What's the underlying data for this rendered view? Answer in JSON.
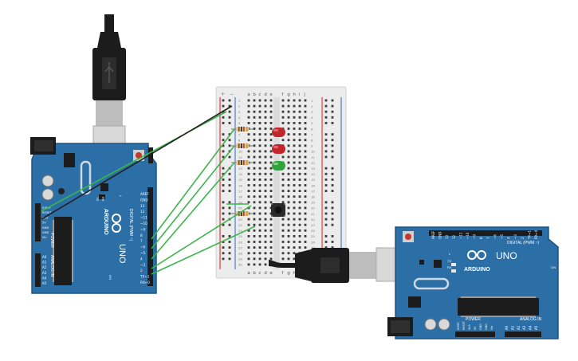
{
  "colors": {
    "board": "#2b6fa6",
    "board_edge": "#1f5582",
    "wire_green": "#3cb44b",
    "wire_black": "#222222",
    "led_red": "#c0262c",
    "led_green": "#2fa43a",
    "breadboard": "#ececec",
    "rail_red": "#e63b3b",
    "rail_blue": "#4a7fd1",
    "usb_plastic": "#1c1c1c",
    "usb_metal": "#b5b5b5"
  },
  "icons": [
    "arduino-logo-icon",
    "usb-plug-icon",
    "push-button-icon",
    "led-icon",
    "resistor-icon"
  ],
  "left_board": {
    "brand": "ARDUINO",
    "model": "UNO",
    "digital_label": "DIGITAL (PWM ~)",
    "power_label": "POWER",
    "analog_label": "ANALOG IN",
    "tx": "TX",
    "rx": "RX",
    "on": "ON",
    "l": "L",
    "pins_digital": [
      "AREF",
      "GND",
      "13",
      "12",
      "~11",
      "~10",
      "~9",
      "8",
      "7",
      "~6",
      "~5",
      "4",
      "~3",
      "2",
      "TX→1",
      "RX←0"
    ],
    "pins_power": [
      "IOREF",
      "RESET",
      "3V3",
      "5V",
      "GND",
      "GND",
      "Vin"
    ],
    "pins_analog": [
      "A0",
      "A1",
      "A2",
      "A3",
      "A4",
      "A5"
    ]
  },
  "right_board": {
    "brand": "ARDUINO",
    "model": "UNO",
    "digital_label": "DIGITAL (PWM ~)",
    "power_label": "POWER",
    "analog_label": "ANALOG IN",
    "tx": "TX",
    "rx": "RX",
    "on": "ON",
    "l": "L",
    "pins_digital": [
      "AREF",
      "GND",
      "13",
      "12",
      "~11",
      "~10",
      "~9",
      "8",
      "7",
      "~6",
      "~5",
      "4",
      "~3",
      "2",
      "TX→1",
      "RX←0"
    ],
    "pins_power": [
      "IOREF",
      "RESET",
      "3V3",
      "5V",
      "GND",
      "GND",
      "Vin"
    ],
    "pins_analog": [
      "A0",
      "A1",
      "A2",
      "A3",
      "A4",
      "A5"
    ]
  },
  "breadboard": {
    "cols_left": [
      "a",
      "b",
      "c",
      "d",
      "e"
    ],
    "cols_right": [
      "f",
      "g",
      "h",
      "i",
      "j"
    ],
    "rows": [
      "1",
      "2",
      "3",
      "4",
      "5",
      "6",
      "7",
      "8",
      "9",
      "10",
      "11",
      "12",
      "13",
      "14",
      "15",
      "16",
      "17",
      "18",
      "19",
      "20",
      "21",
      "22",
      "23",
      "24",
      "25",
      "26",
      "27",
      "28",
      "29",
      "30"
    ],
    "rail_plus": "+",
    "rail_minus": "−"
  }
}
